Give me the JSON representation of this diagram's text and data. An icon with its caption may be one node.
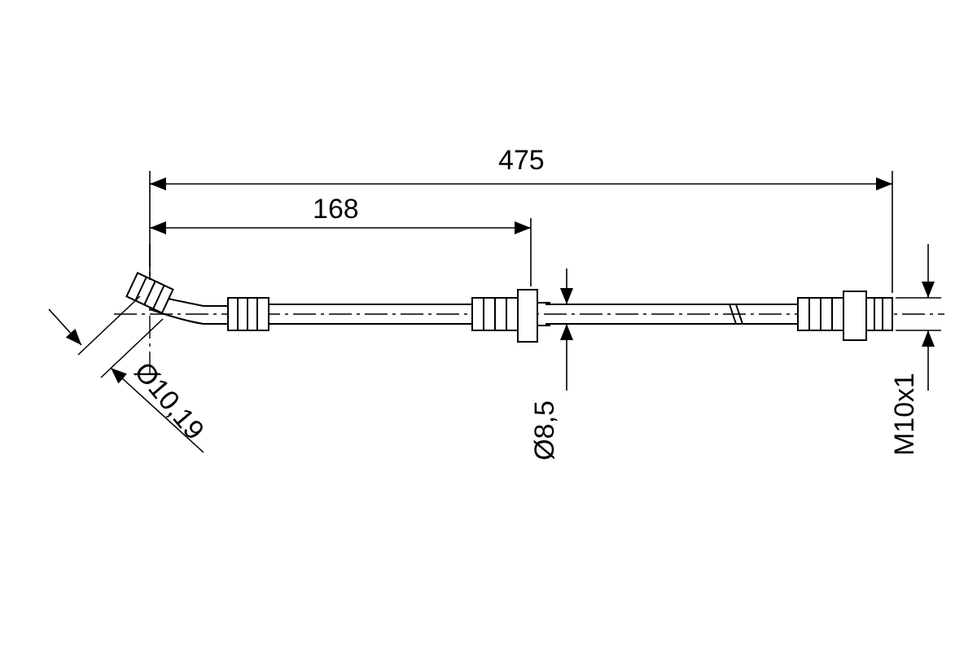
{
  "diagram": {
    "labels": [
      "475",
      "168",
      "Ø10,19",
      "Ø8,5",
      "M10x1"
    ]
  }
}
